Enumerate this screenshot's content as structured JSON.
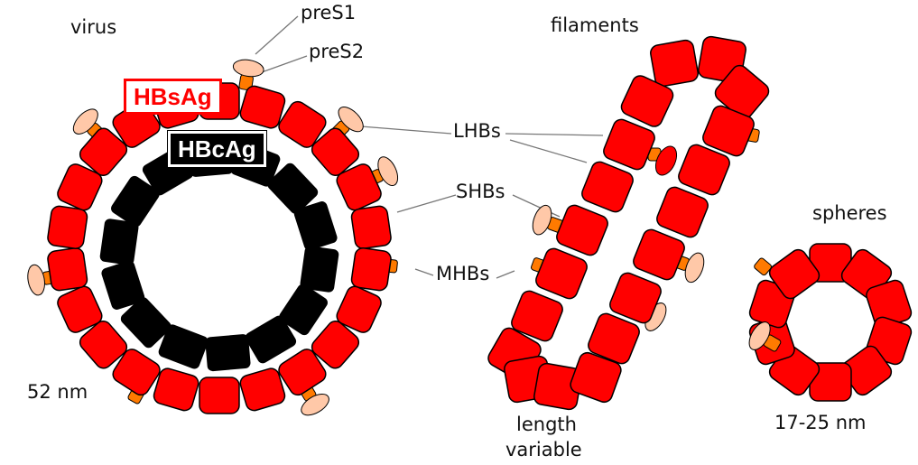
{
  "colors": {
    "envelope": "#ff0000",
    "capsid": "#000000",
    "preS2": "#ff7a00",
    "preS1": "#ffc8a8",
    "outline": "#000000"
  },
  "labels": {
    "virus": "virus",
    "preS1": "preS1",
    "preS2": "preS2",
    "HBsAg": "HBsAg",
    "HBcAg": "HBcAg",
    "LHBs": "LHBs",
    "SHBs": "SHBs",
    "MHBs": "MHBs",
    "virus_size": "52 nm",
    "filaments": "filaments",
    "filament_size_line1": "length",
    "filament_size_line2": "variable",
    "spheres": "spheres",
    "sphere_size": "17-25 nm"
  }
}
